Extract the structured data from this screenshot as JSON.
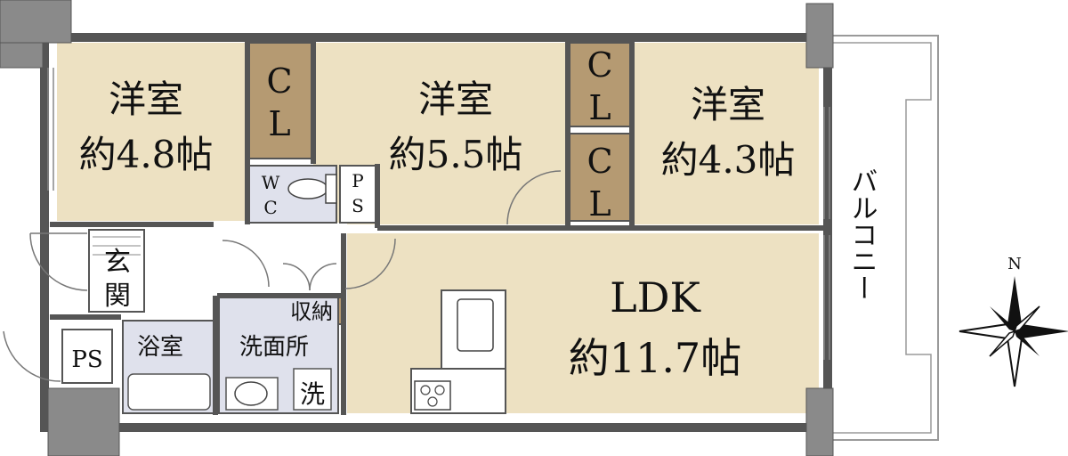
{
  "rooms": {
    "western_left": {
      "name": "洋室",
      "area": "約4.8帖"
    },
    "western_center": {
      "name": "洋室",
      "area": "約5.5帖"
    },
    "western_right": {
      "name": "洋室",
      "area": "約4.3帖"
    },
    "ldk": {
      "name": "LDK",
      "area": "約11.7帖"
    }
  },
  "closets": {
    "cl_left": [
      "C",
      "L"
    ],
    "cl_right_top": [
      "C",
      "L"
    ],
    "cl_right_bottom": [
      "C",
      "L"
    ]
  },
  "toilet": [
    "W",
    "C"
  ],
  "pipe_space_top": [
    "P",
    "S"
  ],
  "pipe_space_entrance": "PS",
  "entrance": [
    "玄",
    "関"
  ],
  "storage": "収納",
  "bathroom": "浴室",
  "washroom": "洗面所",
  "washer": "洗",
  "balcony": "バルコニー",
  "compass": "N",
  "colors": {
    "room_fill": "#ede1c2",
    "closet_fill": "#b59a72",
    "wet_fill": "#dfe1ec",
    "pillar": "#8a8a8a",
    "wall": "#555555"
  }
}
